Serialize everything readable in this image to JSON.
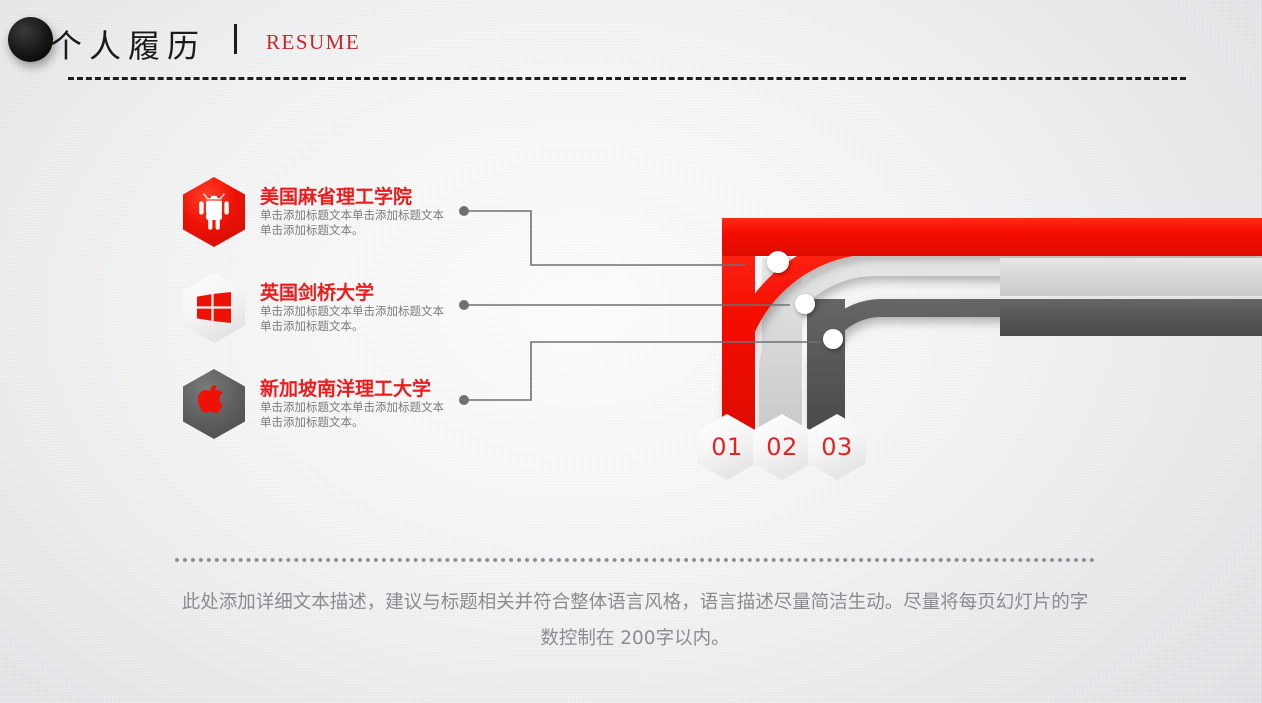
{
  "header": {
    "title": "个人履历",
    "divider_glyph": "|",
    "subtitle": "RESUME"
  },
  "items": [
    {
      "number": "01",
      "icon": "android-icon",
      "title": "美国麻省理工学院",
      "desc": "单击添加标题文本单击添加标题文本单击添加标题文本。",
      "hex_color": "#ee1206",
      "icon_color": "#ffffff"
    },
    {
      "number": "02",
      "icon": "windows-icon",
      "title": "英国剑桥大学",
      "desc": "单击添加标题文本单击添加标题文本单击添加标题文本。",
      "hex_color": "#f4f4f4",
      "icon_color": "#ee1206"
    },
    {
      "number": "03",
      "icon": "apple-icon",
      "title": "新加坡南洋理工大学",
      "desc": "单击添加标题文本单击添加标题文本单击添加标题文本。",
      "hex_color": "#5f5f5f",
      "icon_color": "#ee1206"
    }
  ],
  "ribbons": [
    {
      "name": "ribbon-red",
      "color": "#f40d00"
    },
    {
      "name": "ribbon-light-gray",
      "color": "#d6d6d6"
    },
    {
      "name": "ribbon-dark-gray",
      "color": "#585858"
    }
  ],
  "footer": {
    "text": "此处添加详细文本描述，建议与标题相关并符合整体语言风格，语言描述尽量简洁生动。尽量将每页幻灯片的字数控制在 200字以内。"
  },
  "colors": {
    "accent_red": "#ee1206",
    "title_red": "#c52828",
    "body_gray": "#8a8c90",
    "dark_gray": "#585858",
    "light_gray": "#d6d6d6",
    "background": "#ededee"
  }
}
